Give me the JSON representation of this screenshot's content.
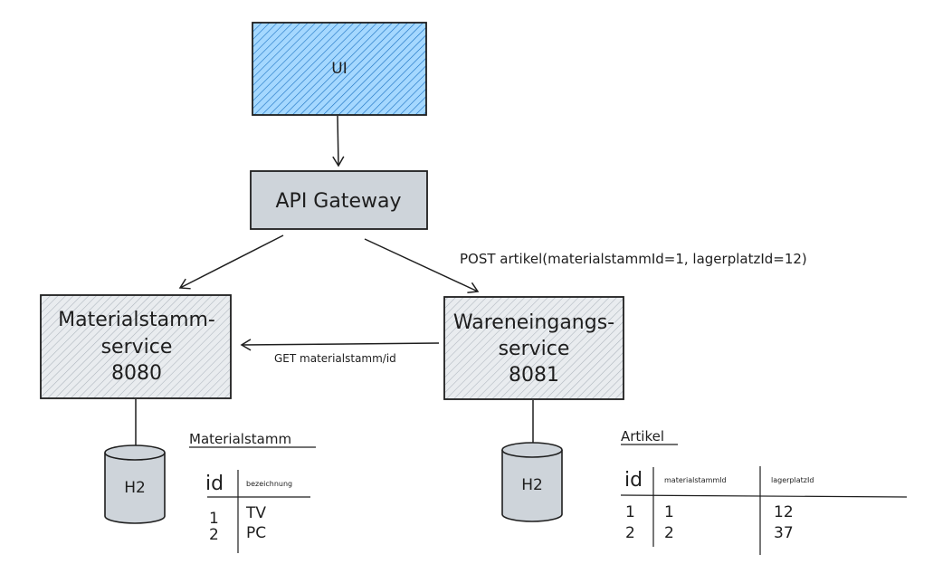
{
  "ui_box": {
    "label": "UI"
  },
  "gateway_box": {
    "label": "API Gateway"
  },
  "materialstamm_service": {
    "line1": "Materialstamm-",
    "line2": "service",
    "line3": "8080"
  },
  "wareneingangs_service": {
    "line1": "Wareneingangs-",
    "line2": "service",
    "line3": "8081"
  },
  "edges": {
    "post_label": "POST artikel(materialstammId=1, lagerplatzId=12)",
    "get_label": "GET materialstamm/id"
  },
  "db_left": {
    "label": "H2"
  },
  "db_right": {
    "label": "H2"
  },
  "table_materialstamm": {
    "title": "Materialstamm",
    "headers": [
      "id",
      "bezeichnung"
    ],
    "rows": [
      [
        "1",
        "TV"
      ],
      [
        "2",
        "PC"
      ]
    ]
  },
  "table_artikel": {
    "title": "Artikel",
    "headers": [
      "id",
      "materialstammId",
      "lagerplatzId"
    ],
    "rows": [
      [
        "1",
        "1",
        "12"
      ],
      [
        "2",
        "2",
        "37"
      ]
    ]
  },
  "colors": {
    "ui_fill": "#a5d8ff",
    "ui_hatch": "#1971c2",
    "service_fill": "#e9ecef",
    "service_hatch": "#868e96",
    "db_fill": "#ced4da",
    "stroke": "#1e1e1e"
  }
}
